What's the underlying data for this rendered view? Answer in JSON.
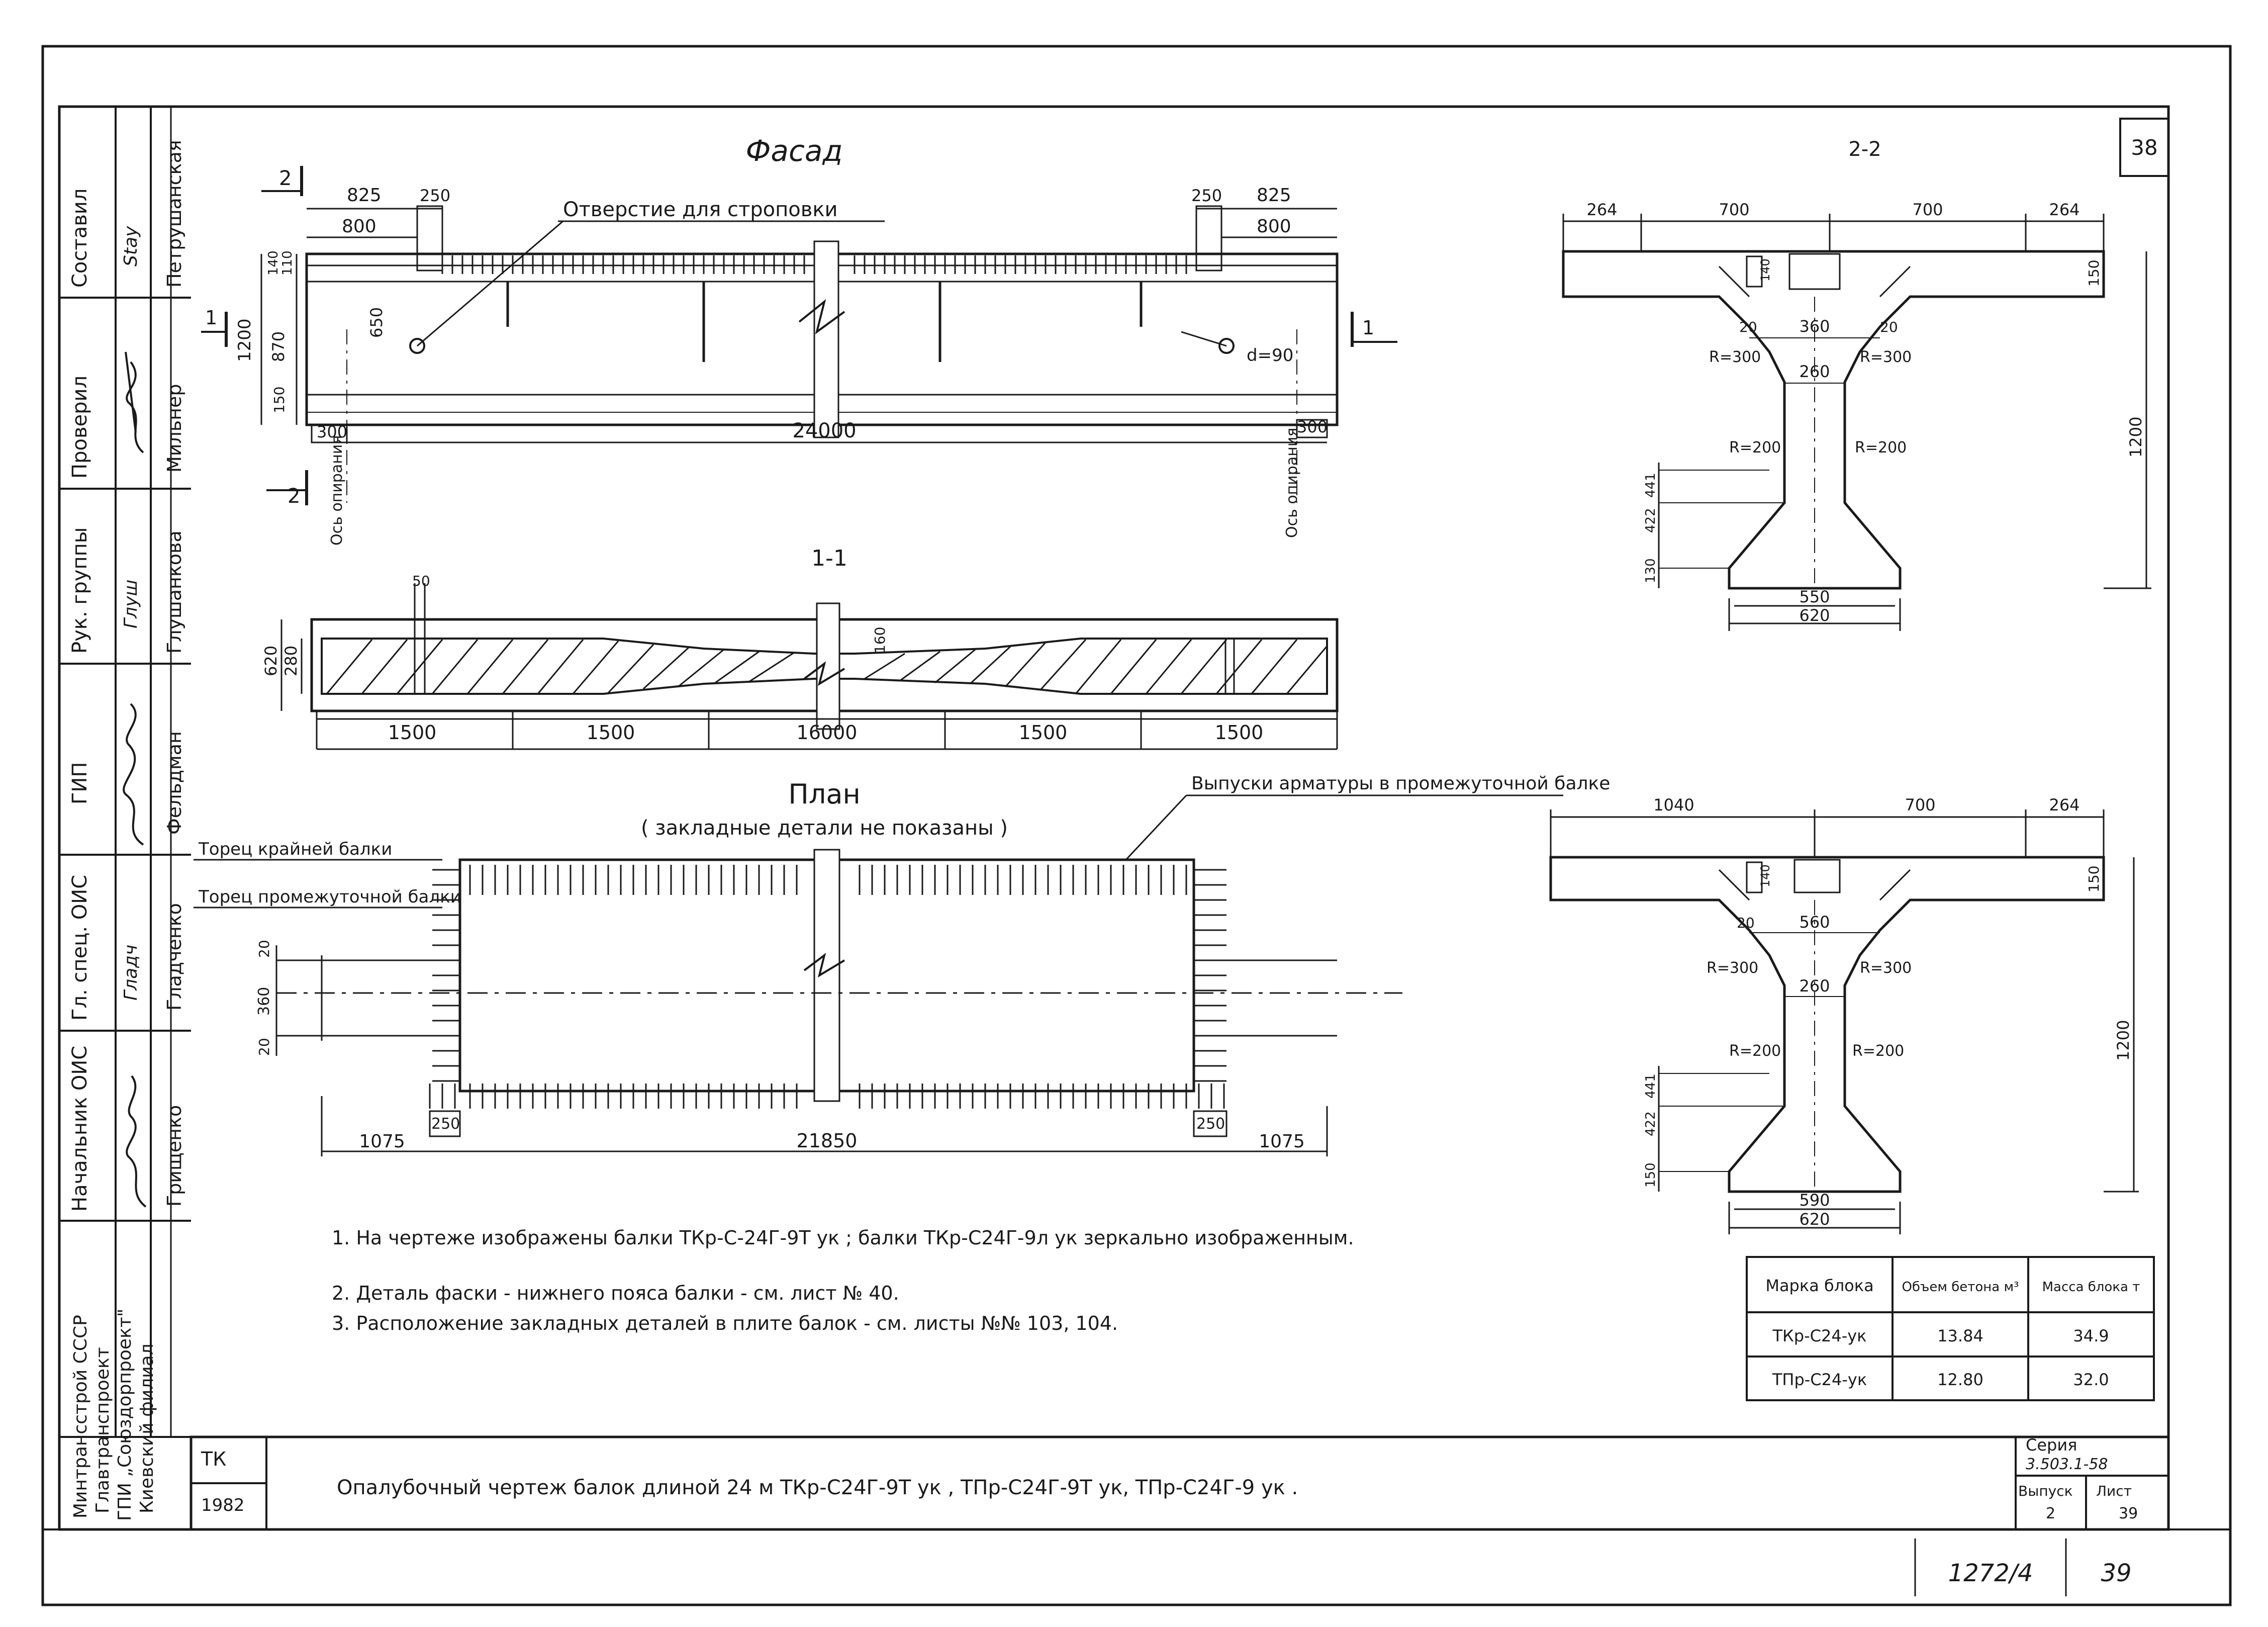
{
  "sheet_number": "38",
  "side_stamp": [
    {
      "role": "Составил",
      "signature": "Stay",
      "name": "Петрушанская"
    },
    {
      "role": "Проверил",
      "signature": "",
      "name": "Мильнер"
    },
    {
      "role": "Рук. группы",
      "signature": "Глуш",
      "name": "Глушанкова"
    },
    {
      "role": "ГИП",
      "signature": "",
      "name": "Фельдман"
    },
    {
      "role": "Гл. спец. ОИС",
      "signature": "Гладч",
      "name": "Гладченко"
    },
    {
      "role": "Начальник ОИС",
      "signature": "",
      "name": "Грищенко"
    }
  ],
  "organization": [
    "Минтрансстрой СССР",
    "Главтранспроект",
    "ГПИ „Союздорпроект\"",
    "Киевский филиал"
  ],
  "facade": {
    "title": "Фасад",
    "section_marker": "2",
    "dims_top_left": [
      "825",
      "250",
      "800"
    ],
    "dims_top_right": [
      "250",
      "825",
      "800"
    ],
    "hole_note": "Отверстие для строповки",
    "dim_heights": [
      "1200",
      "140",
      "110",
      "870",
      "150",
      "650"
    ],
    "diameter": "d=90",
    "cut_marker": "1",
    "total_length": "24000",
    "end_dim": "300",
    "axis_label": "Ось опирания"
  },
  "section_11": {
    "title": "1-1",
    "width_label": "620",
    "inner_label": "280",
    "dim_50": "50",
    "dim_160": "160",
    "segments": [
      "1500",
      "1500",
      "16000",
      "1500",
      "1500"
    ]
  },
  "section_22": {
    "title": "2-2",
    "top_dims": [
      "264",
      "700",
      "700",
      "264"
    ],
    "inner_dims": [
      "360",
      "260",
      "20",
      "20"
    ],
    "radii": [
      "R=300",
      "R=300",
      "R=200",
      "R=200"
    ],
    "heights": [
      "150",
      "1200",
      "140",
      "441",
      "422",
      "130"
    ],
    "bottom_dims": [
      "550",
      "620"
    ]
  },
  "plan": {
    "title": "План",
    "subtitle": "( закладные детали не показаны )",
    "note_reinf": "Выпуски арматуры в промежуточной балке",
    "label_end_outer": "Торец крайней балки",
    "label_end_inner": "Торец промежуточной балки",
    "side_dims": [
      "20",
      "360",
      "20"
    ],
    "dims_bottom": [
      "250",
      "250",
      "1075",
      "21850",
      "1075"
    ]
  },
  "section_b": {
    "top_dims": [
      "1040",
      "700",
      "264"
    ],
    "inner_dims": [
      "560",
      "260",
      "20",
      "140"
    ],
    "radii": [
      "R=300",
      "R=300",
      "R=200",
      "R=200"
    ],
    "heights": [
      "150",
      "1200",
      "150",
      "422",
      "441"
    ],
    "bottom_dims": [
      "590",
      "620"
    ]
  },
  "notes": [
    "1.  На чертеже изображены балки ТКр-С-24Г-9Т ук ; балки ТКр-С24Г-9л ук зеркально изображенным.",
    "2.  Деталь фаски - нижнего пояса балки - см. лист № 40.",
    "3.  Расположение закладных деталей в плите балок - см. листы №№ 103, 104."
  ],
  "spec_table": {
    "headers": [
      "Марка блока",
      "Объем бетона м³",
      "Масса блока т"
    ],
    "rows": [
      [
        "ТКр-С24-ук",
        "13.84",
        "34.9"
      ],
      [
        "ТПр-С24-ук",
        "12.80",
        "32.0"
      ]
    ]
  },
  "title_block": {
    "tk": "ТК",
    "year": "1982",
    "title": "Опалубочный чертеж балок длиной 24 м ТКр-С24Г-9Т ук , ТПр-С24Г-9Т ук, ТПр-С24Г-9 ук .",
    "series_label": "Серия",
    "series": "3.503.1-58",
    "issue_label": "Выпуск",
    "issue": "2",
    "sheet_label": "Лист",
    "sheet": "39"
  },
  "footer": {
    "number": "1272/4",
    "page": "39"
  }
}
